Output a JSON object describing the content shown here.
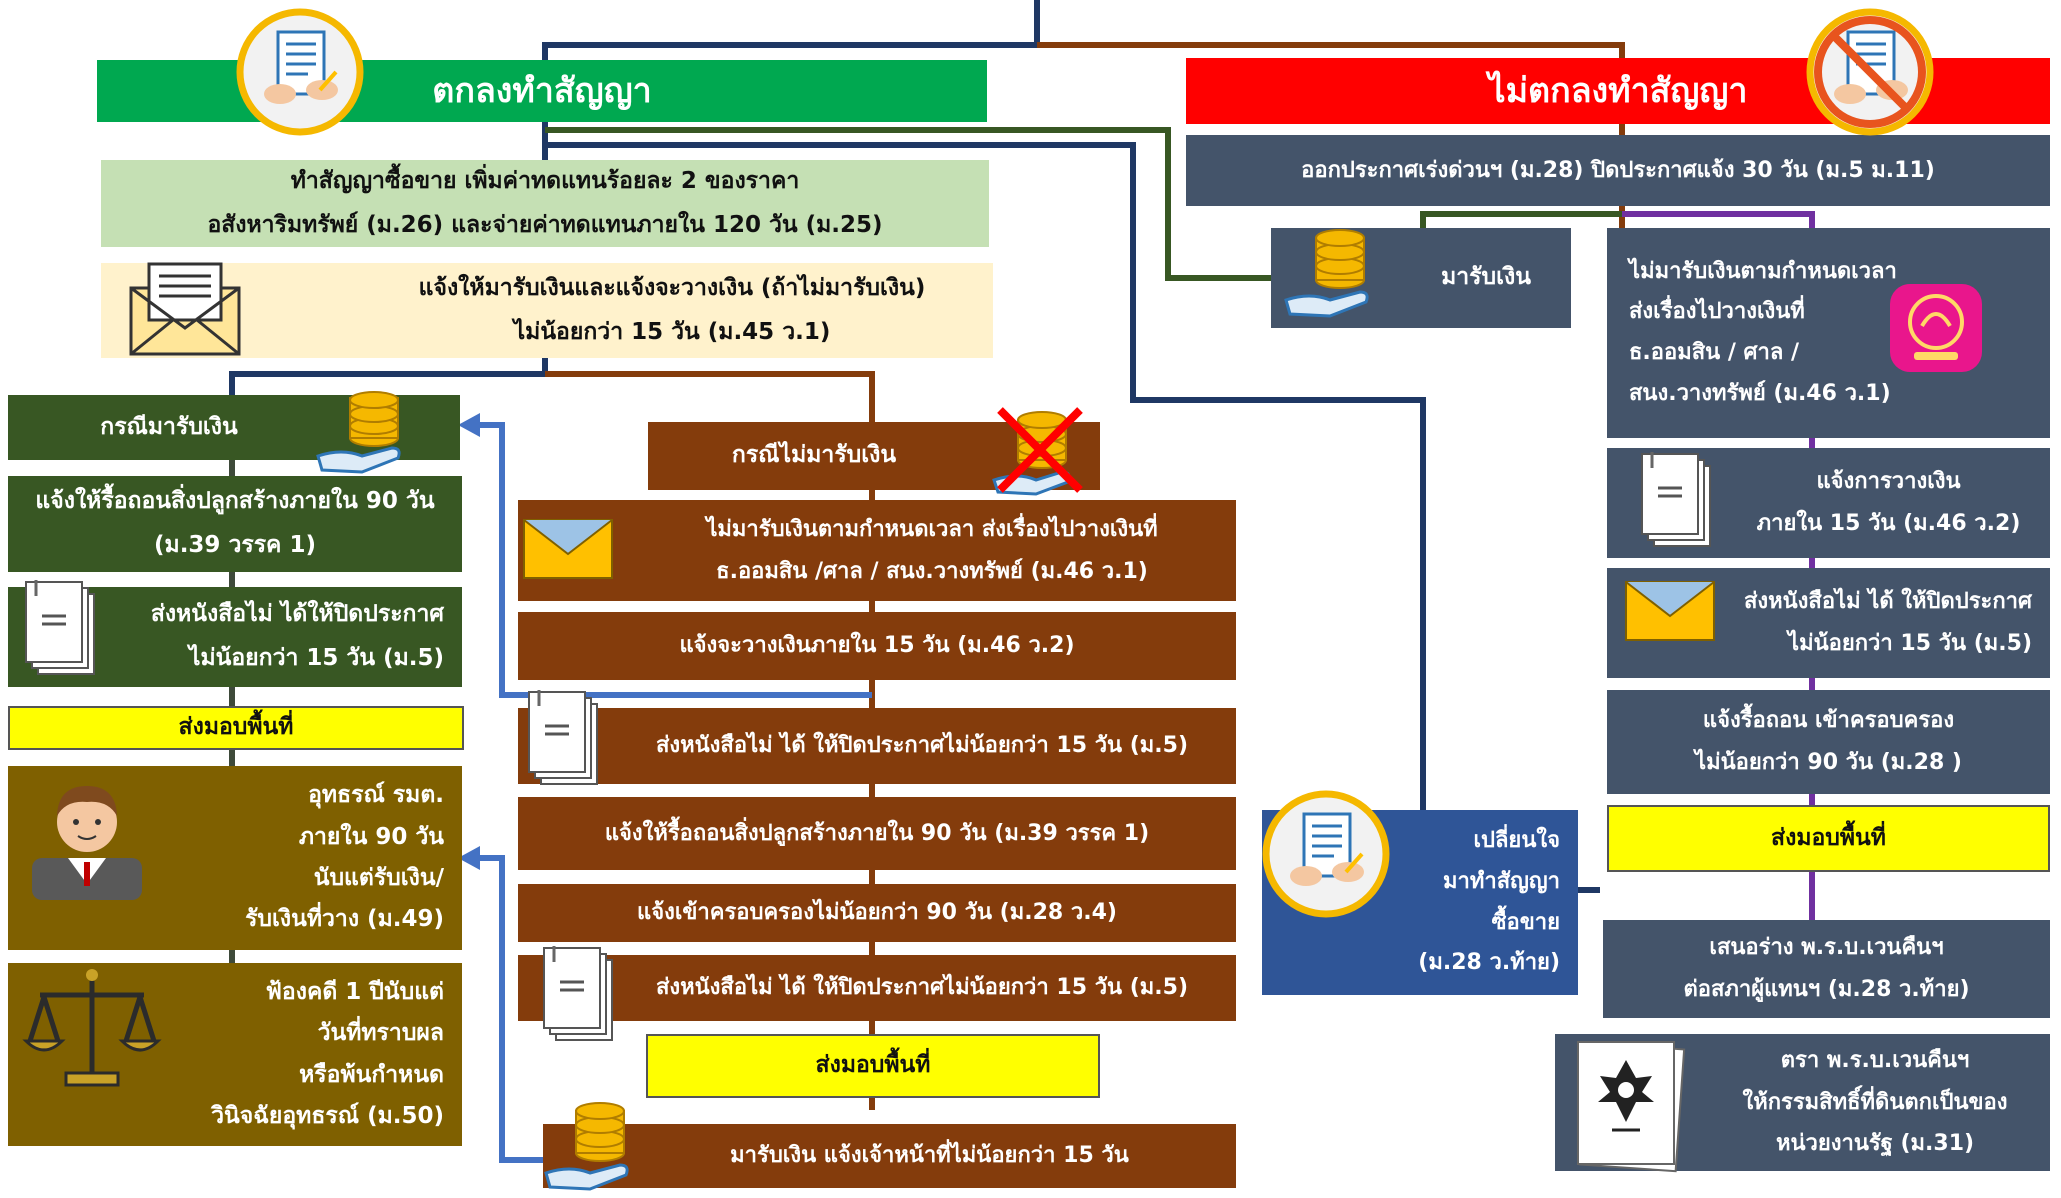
{
  "agree": {
    "header": "ตกลงทำสัญญา",
    "intro_lines": [
      "ทำสัญญาซื้อขาย เพิ่มค่าทดแทนร้อยละ 2 ของราคา",
      "อสังหาริมทรัพย์ (ม.26) และจ่ายค่าทดแทนภายใน 120 วัน (ม.25)"
    ],
    "notify_lines": [
      "แจ้งให้มารับเงินและแจ้งจะวางเงิน (ถ้าไม่มารับเงิน)",
      "ไม่น้อยกว่า 15 วัน (ม.45 ว.1)"
    ],
    "receive": {
      "title": "กรณีมารับเงิน",
      "step1": [
        "แจ้งให้รื้อถอนสิ่งปลูกสร้างภายใน 90 วัน",
        "(ม.39 วรรค 1)"
      ],
      "step2": [
        "ส่งหนังสือไม่ ได้ให้ปิดประกาศ",
        "ไม่น้อยกว่า 15 วัน (ม.5)"
      ],
      "handover": "ส่งมอบพื้นที่",
      "appeal": [
        "อุทธรณ์ รมต.",
        "ภายใน 90 วัน",
        "นับแต่รับเงิน/",
        "รับเงินที่วาง (ม.49)"
      ],
      "lawsuit": [
        "ฟ้องคดี 1 ปีนับแต่",
        "วันที่ทราบผล",
        "หรือพ้นกำหนด",
        "วินิจฉัยอุทธรณ์ (ม.50)"
      ]
    },
    "not_receive": {
      "title": "กรณีไม่มารับเงิน",
      "step1": [
        "ไม่มารับเงินตามกำหนดเวลา ส่งเรื่องไปวางเงินที่",
        "ธ.ออมสิน /ศาล / สนง.วางทรัพย์ (ม.46 ว.1)"
      ],
      "step2": "แจ้งจะวางเงินภายใน 15 วัน (ม.46 ว.2)",
      "step3": "ส่งหนังสือไม่ ได้ ให้ปิดประกาศไม่น้อยกว่า 15 วัน (ม.5)",
      "step4": "แจ้งให้รื้อถอนสิ่งปลูกสร้างภายใน 90 วัน (ม.39 วรรค 1)",
      "step5": "แจ้งเข้าครอบครองไม่น้อยกว่า 90 วัน (ม.28 ว.4)",
      "step6": "ส่งหนังสือไม่ ได้ ให้ปิดประกาศไม่น้อยกว่า 15 วัน (ม.5)",
      "handover": "ส่งมอบพื้นที่",
      "receive_later": "มารับเงิน แจ้งเจ้าหน้าที่ไม่น้อยกว่า 15 วัน"
    }
  },
  "disagree": {
    "header": "ไม่ตกลงทำสัญญา",
    "urgent_notice": "ออกประกาศเร่งด่วนฯ (ม.28) ปิดประกาศแจ้ง 30 วัน (ม.5 ม.11)",
    "receive_money": "มารับเงิน",
    "no_receive": [
      "ไม่มารับเงินตามกำหนดเวลา",
      "ส่งเรื่องไปวางเงินที่",
      "ธ.ออมสิน / ศาล /",
      "สนง.วางทรัพย์ (ม.46 ว.1)"
    ],
    "notify_deposit": [
      "แจ้งการวางเงิน",
      "ภายใน 15 วัน (ม.46 ว.2)"
    ],
    "post_notice": [
      "ส่งหนังสือไม่ ได้ ให้ปิดประกาศ",
      "ไม่น้อยกว่า 15 วัน (ม.5)"
    ],
    "demolish": [
      "แจ้งรื้อถอน เข้าครอบครอง",
      "ไม่น้อยกว่า 90 วัน (ม.28 )"
    ],
    "handover": "ส่งมอบพื้นที่",
    "propose_bill": [
      "เสนอร่าง พ.ร.บ.เวนคืนฯ",
      "ต่อสภาผู้แทนฯ (ม.28 ว.ท้าย)"
    ],
    "enact_bill": [
      "ตรา พ.ร.บ.เวนคืนฯ",
      "ให้กรรมสิทธิ์ที่ดินตกเป็นของ",
      "หน่วยงานรัฐ (ม.31)"
    ],
    "change_mind": [
      "เปลี่ยนใจ",
      "มาทำสัญญา",
      "ซื้อขาย",
      "(ม.28 ว.ท้าย)"
    ]
  },
  "colors": {
    "green": "#00A850",
    "red": "#FF0000",
    "light_green": "#C5E0B4",
    "cream": "#FFF2CC",
    "dark_green": "#385723",
    "brown": "#843C0C",
    "olive": "#7F6000",
    "slate": "#44546A",
    "navy_blue": "#2F5597",
    "yellow": "#FFFF00"
  },
  "icons": [
    "contract-icon",
    "no-contract-icon",
    "envelope-icon",
    "coins-hand-icon",
    "coins-crossed-icon",
    "document-stack-icon",
    "person-icon",
    "scales-icon",
    "gsb-logo-icon",
    "garuda-document-icon"
  ]
}
